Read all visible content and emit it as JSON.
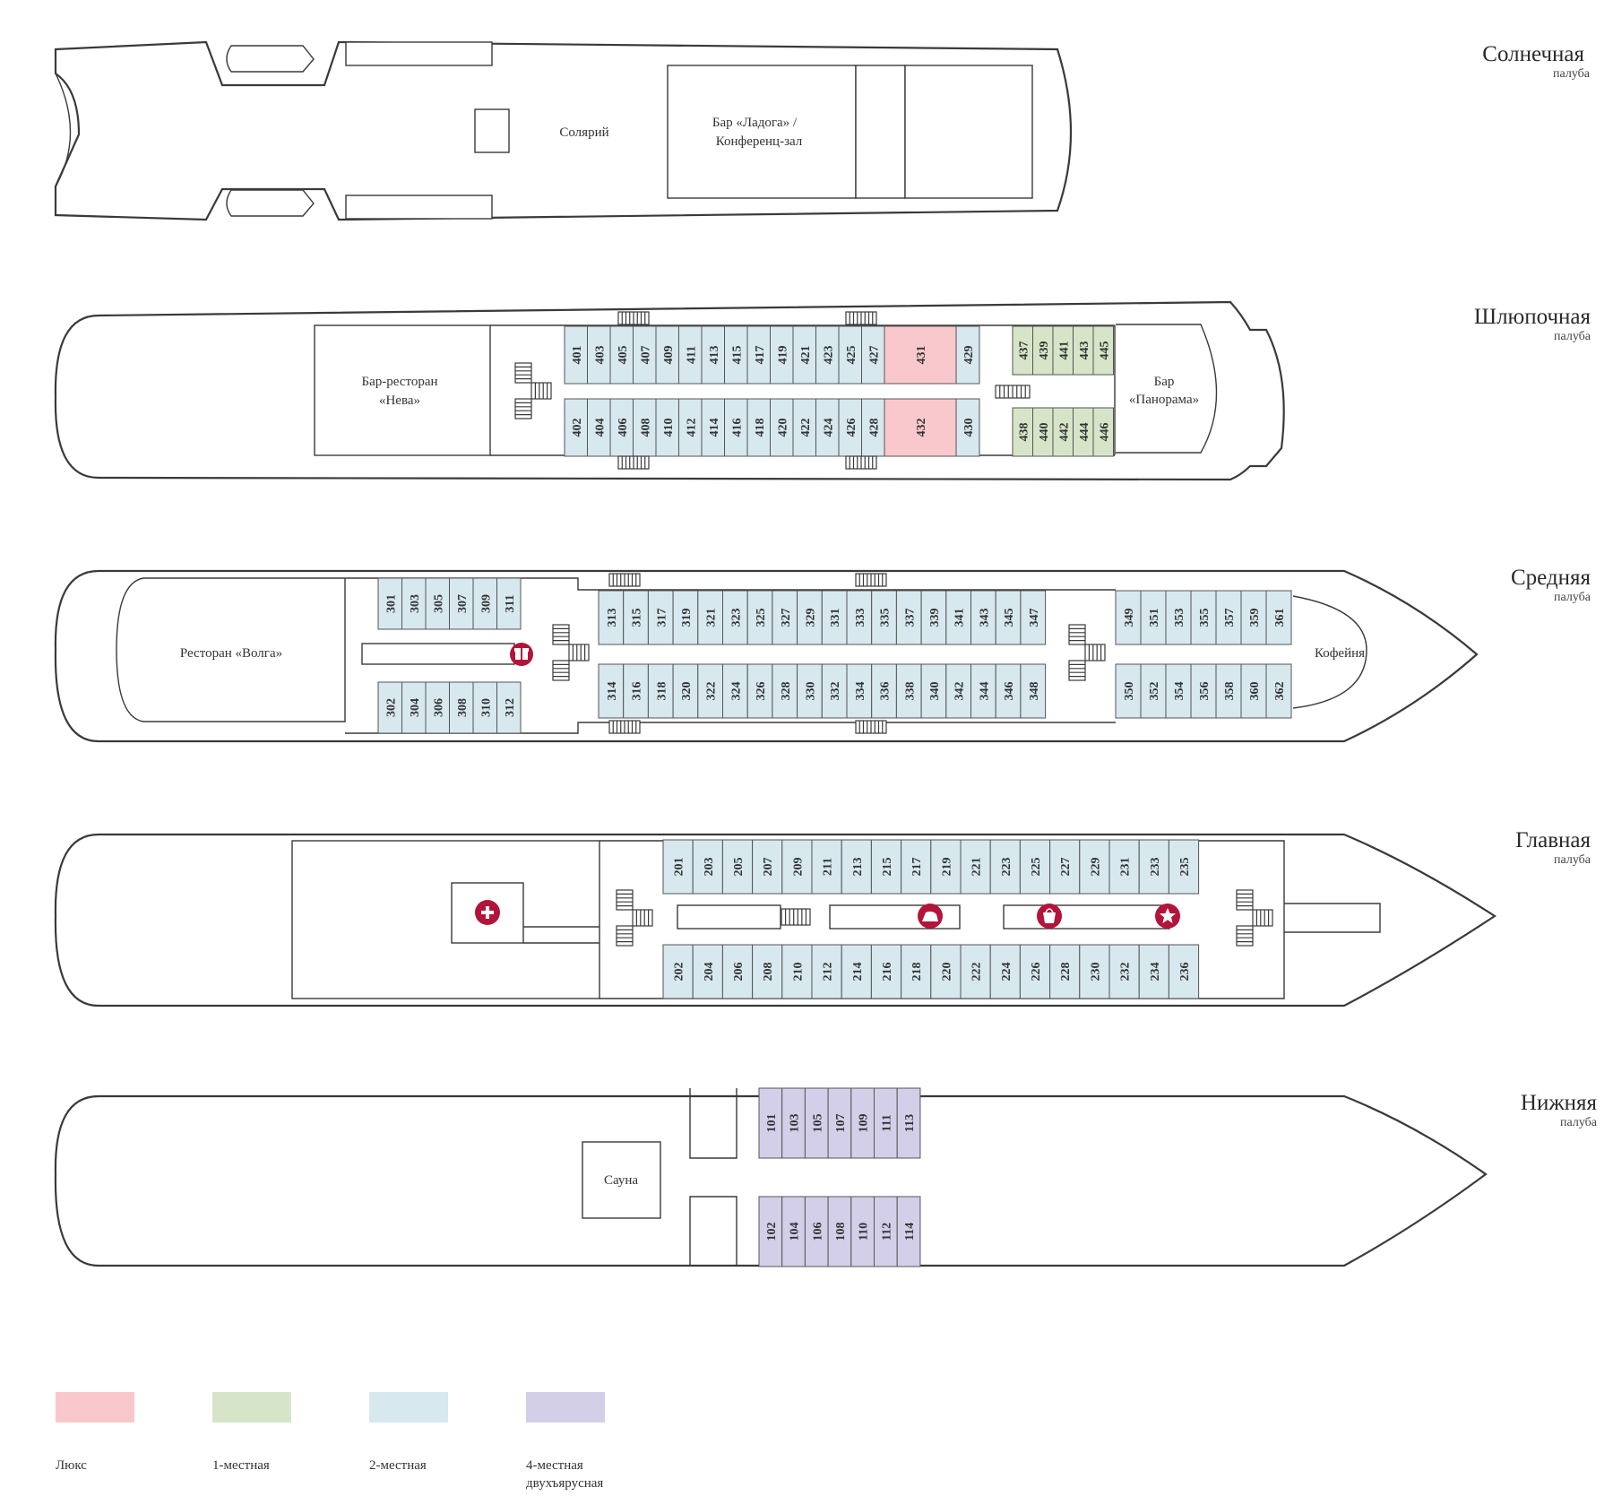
{
  "colors": {
    "lux": "#f9c8cc",
    "single": "#d6e5c8",
    "double": "#d7e8ef",
    "quad": "#d3cfe8",
    "icon": "#b3143a"
  },
  "decks": {
    "sun": {
      "name": "Солнечная",
      "sub": "палуба"
    },
    "boat": {
      "name": "Шлюпочная",
      "sub": "палуба"
    },
    "middle": {
      "name": "Средняя",
      "sub": "палуба"
    },
    "main": {
      "name": "Главная",
      "sub": "палуба"
    },
    "lower": {
      "name": "Нижняя",
      "sub": "палуба"
    }
  },
  "rooms": {
    "solarium": "Солярий",
    "bar_ladoga": [
      "Бар «Ладога» /",
      "Конференц-зал"
    ],
    "bar_neva": [
      "Бар-ресторан",
      "«Нева»"
    ],
    "bar_panorama": [
      "Бар",
      "«Панорама»"
    ],
    "restaurant_volga": "Ресторан «Волга»",
    "coffee": "Кофейня",
    "sauna": "Сауна"
  },
  "icons": {
    "gift": "gift-icon",
    "medical": "first-aid-icon",
    "iron": "iron-icon",
    "shop": "shop-icon",
    "star": "star-icon"
  },
  "cabins": {
    "boat_top_double": [
      "401",
      "403",
      "405",
      "407",
      "409",
      "411",
      "413",
      "415",
      "417",
      "419",
      "421",
      "423",
      "425",
      "427"
    ],
    "boat_bot_double": [
      "402",
      "404",
      "406",
      "408",
      "410",
      "412",
      "414",
      "416",
      "418",
      "420",
      "422",
      "424",
      "426",
      "428"
    ],
    "boat_lux": [
      "431",
      "432"
    ],
    "boat_top_end": [
      "429"
    ],
    "boat_bot_end": [
      "430"
    ],
    "boat_top_single": [
      "437",
      "439",
      "441",
      "443",
      "445"
    ],
    "boat_bot_single": [
      "438",
      "440",
      "442",
      "444",
      "446"
    ],
    "mid_fwd_top": [
      "301",
      "303",
      "305",
      "307",
      "309",
      "311"
    ],
    "mid_fwd_bot": [
      "302",
      "304",
      "306",
      "308",
      "310",
      "312"
    ],
    "mid_main_top": [
      "313",
      "315",
      "317",
      "319",
      "321",
      "323",
      "325",
      "327",
      "329",
      "331",
      "333",
      "335",
      "337",
      "339",
      "341",
      "343",
      "345",
      "347"
    ],
    "mid_main_bot": [
      "314",
      "316",
      "318",
      "320",
      "322",
      "324",
      "326",
      "328",
      "330",
      "332",
      "334",
      "336",
      "338",
      "340",
      "342",
      "344",
      "346",
      "348"
    ],
    "mid_aft_top": [
      "349",
      "351",
      "353",
      "355",
      "357",
      "359",
      "361"
    ],
    "mid_aft_bot": [
      "350",
      "352",
      "354",
      "356",
      "358",
      "360",
      "362"
    ],
    "main_top": [
      "201",
      "203",
      "205",
      "207",
      "209",
      "211",
      "213",
      "215",
      "217",
      "219",
      "221",
      "223",
      "225",
      "227",
      "229",
      "231",
      "233",
      "235"
    ],
    "main_bot": [
      "202",
      "204",
      "206",
      "208",
      "210",
      "212",
      "214",
      "216",
      "218",
      "220",
      "222",
      "224",
      "226",
      "228",
      "230",
      "232",
      "234",
      "236"
    ],
    "lower_top": [
      "101",
      "103",
      "105",
      "107",
      "109",
      "111",
      "113"
    ],
    "lower_bot": [
      "102",
      "104",
      "106",
      "108",
      "110",
      "112",
      "114"
    ]
  },
  "legend": [
    {
      "key": "lux",
      "label": [
        "Люкс"
      ]
    },
    {
      "key": "single",
      "label": [
        "1-местная"
      ]
    },
    {
      "key": "double",
      "label": [
        "2-местная"
      ]
    },
    {
      "key": "quad",
      "label": [
        "4-местная",
        "двухъярусная"
      ]
    }
  ]
}
